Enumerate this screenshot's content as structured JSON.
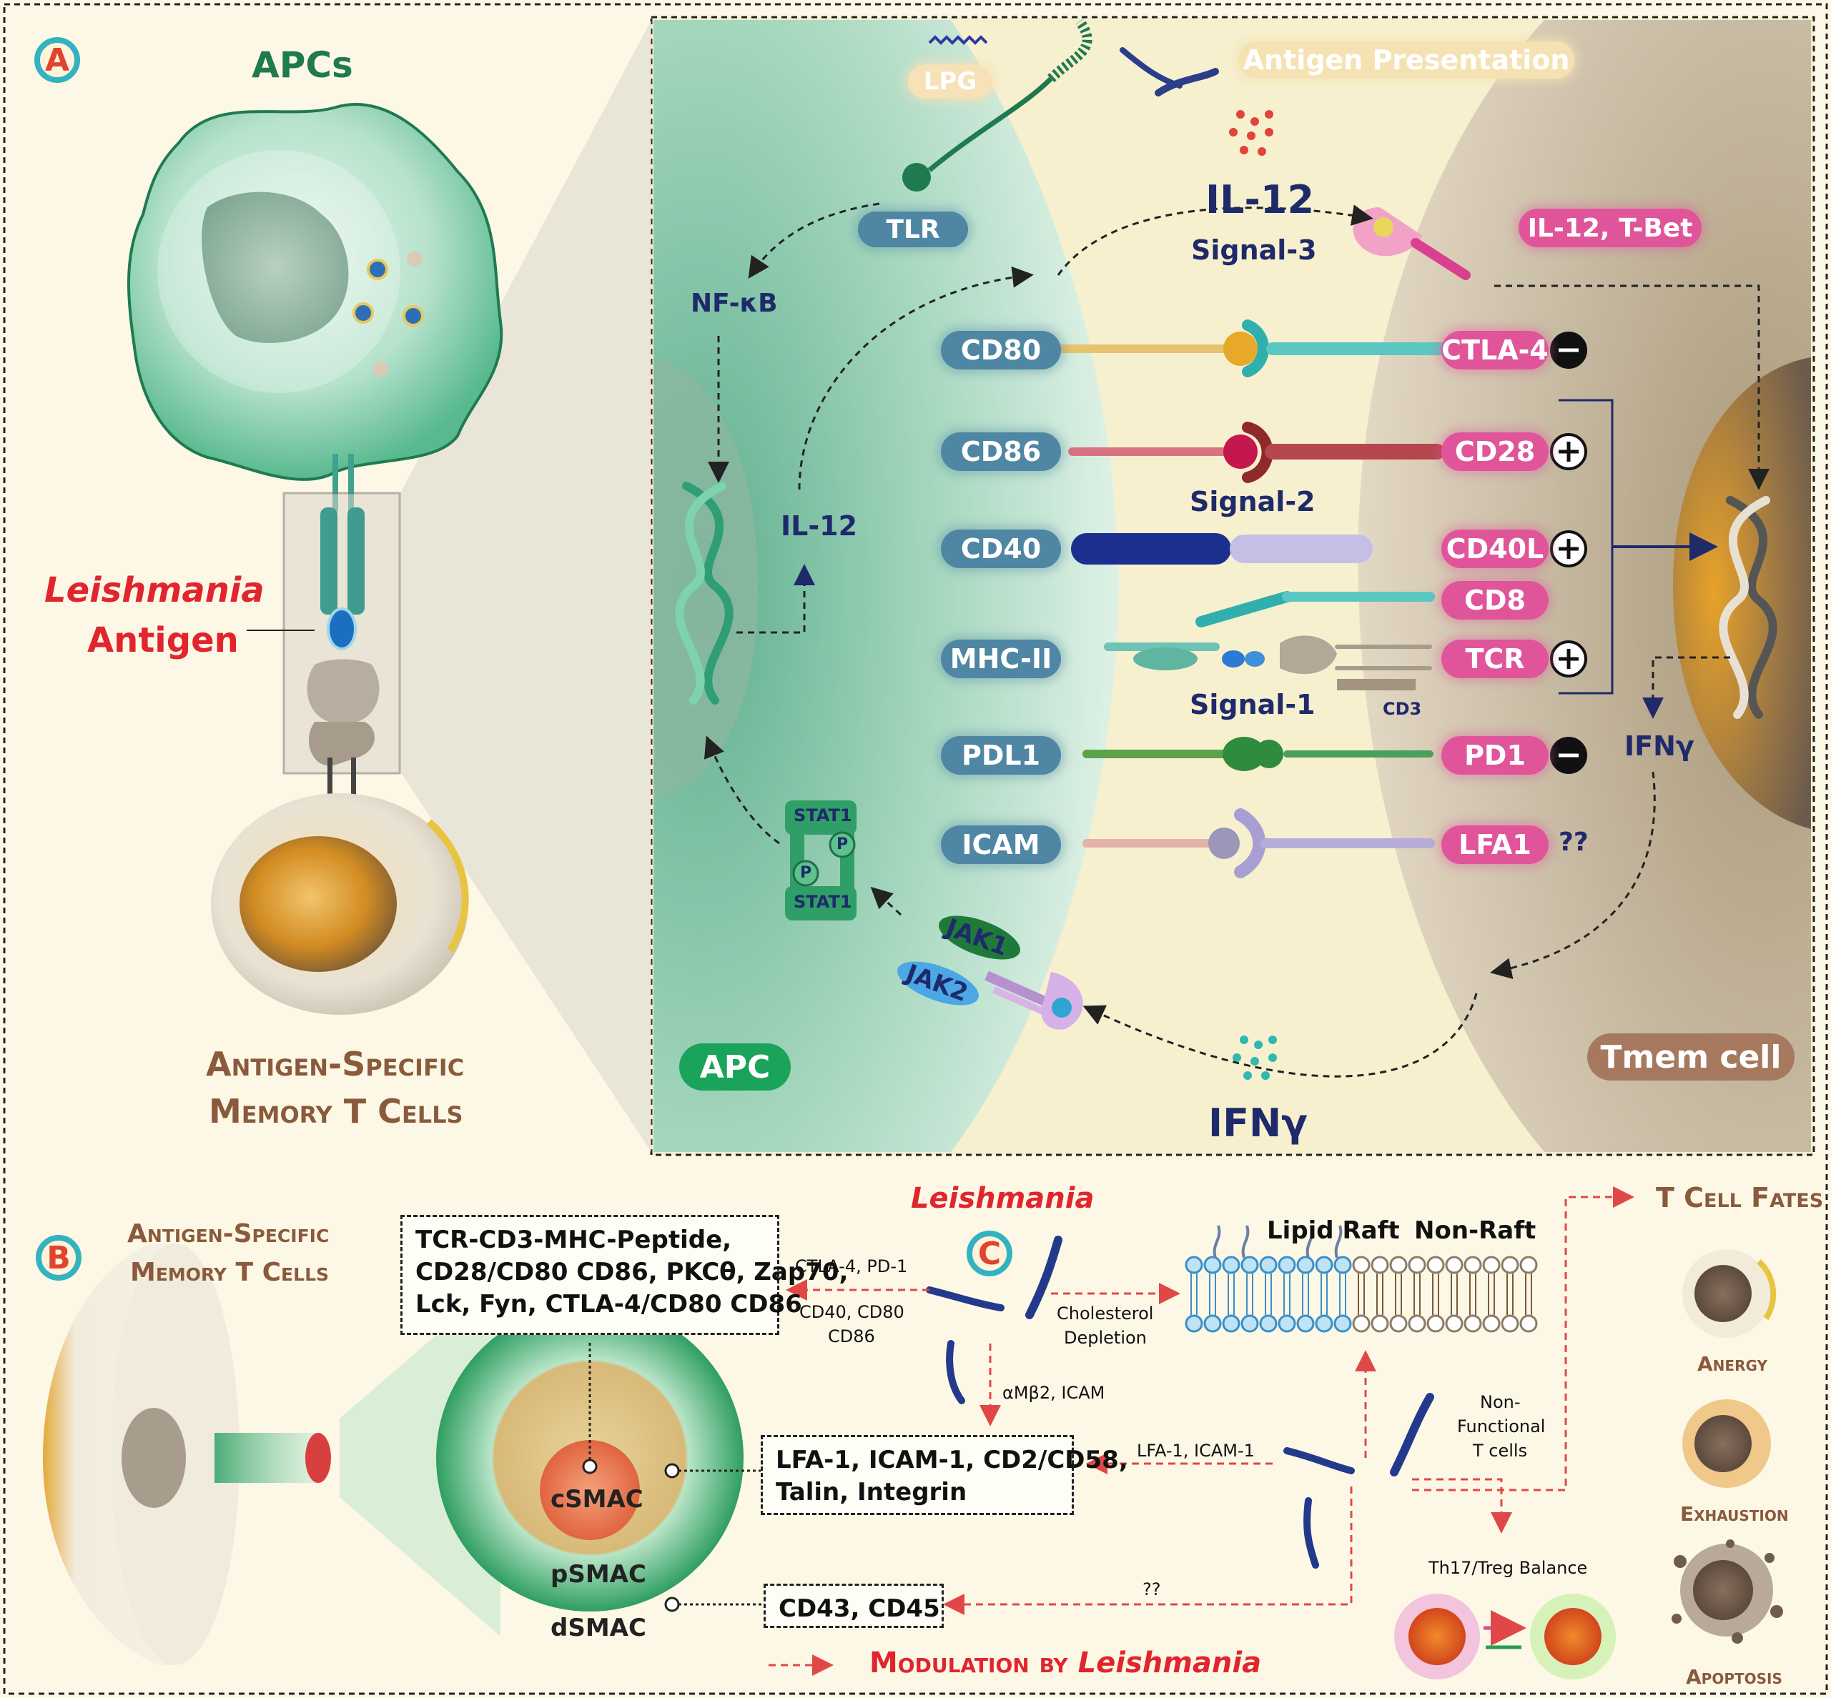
{
  "panel_a": {
    "badge": "A",
    "apc_title": "APCs",
    "antigen_label_line1": "Leishmania",
    "antigen_label_line2": "Antigen",
    "memory_line1": "Antigen-Specific",
    "memory_line2": "Memory T Cells"
  },
  "synapse": {
    "lpg": "LPG",
    "antigen_presentation": "Antigen Presentation",
    "tlr": "TLR",
    "nfkb": "NF-κB",
    "il12_main": "IL-12",
    "signal3": "Signal-3",
    "il12_tbet": "IL-12, T-Bet",
    "il12_side": "IL-12",
    "signal2": "Signal-2",
    "signal1": "Signal-1",
    "cd3": "CD3",
    "ifng_side": "IFNγ",
    "ifng_bottom": "IFNγ",
    "apc_label": "APC",
    "tmem_label": "Tmem cell",
    "stat1_top": "STAT1",
    "stat1_bottom": "STAT1",
    "p": "P",
    "jak1": "JAK1",
    "jak2": "JAK2",
    "pairs": [
      {
        "apc": "CD80",
        "t": "CTLA-4",
        "sign": "minus"
      },
      {
        "apc": "CD86",
        "t": "CD28",
        "sign": "plus"
      },
      {
        "apc": "CD40",
        "t": "CD40L",
        "sign": "plus"
      },
      {
        "apc": "",
        "t": "CD8",
        "sign": ""
      },
      {
        "apc": "MHC-II",
        "t": "TCR",
        "sign": "plus"
      },
      {
        "apc": "PDL1",
        "t": "PD1",
        "sign": "minus"
      },
      {
        "apc": "ICAM",
        "t": "LFA1",
        "sign": "??"
      }
    ],
    "colors": {
      "apc_pill": "#4f86a3",
      "t_pill": "#e0559a",
      "apc_cell": "#8fcfb4",
      "t_cell": "#cdbfa8"
    }
  },
  "panel_b": {
    "badge": "B",
    "memory_line1": "Antigen-Specific",
    "memory_line2": "Memory T Cells",
    "csmac": "cSMAC",
    "psmac": "pSMAC",
    "dsmac": "dSMAC",
    "box_csmac": [
      "TCR-CD3-MHC-Peptide,",
      "CD28/CD80 CD86, PKCθ, Zap70,",
      "Lck, Fyn, CTLA-4/CD80 CD86"
    ],
    "box_psmac": [
      "LFA-1, ICAM-1, CD2/CD58,",
      "Talin, Integrin"
    ],
    "box_dsmac": [
      "CD43, CD45"
    ]
  },
  "panel_c": {
    "badge": "C",
    "leishmania": "Leishmania",
    "ctla4_pd1": "CTLA-4, PD-1",
    "cd40_cd80_line1": "CD40, CD80",
    "cd40_cd80_line2": "CD86",
    "amb2_icam": "αMβ2, ICAM",
    "cholesterol_line1": "Cholesterol",
    "cholesterol_line2": "Depletion",
    "lipid_raft": "Lipid Raft",
    "non_raft": "Non-Raft",
    "lfa1_icam1": "LFA-1, ICAM-1",
    "qq": "??",
    "nonfunctional_line1": "Non-",
    "nonfunctional_line2": "Functional",
    "nonfunctional_line3": "T cells",
    "th17_treg": "Th17/Treg Balance",
    "t_cell_fates": "T Cell Fates",
    "anergy": "Anergy",
    "exhaustion": "Exhaustion",
    "apoptosis": "Apoptosis",
    "modulation_prefix": "Modulation by ",
    "modulation_species": "Leishmania"
  }
}
